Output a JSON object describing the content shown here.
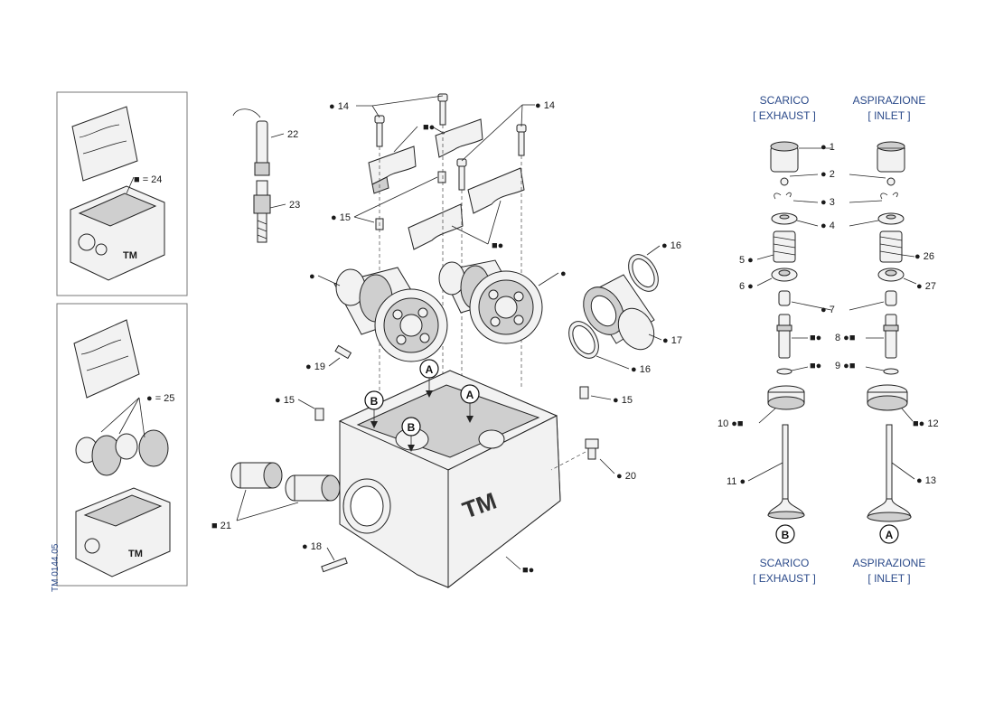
{
  "diagram": {
    "drawing_code": "TM 0144.05",
    "headers": {
      "exhaust_top": [
        "SCARICO",
        "[ EXHAUST ]"
      ],
      "inlet_top": [
        "ASPIRAZIONE",
        "[ INLET ]"
      ],
      "exhaust_bottom": [
        "SCARICO",
        "[ EXHAUST ]"
      ],
      "inlet_bottom": [
        "ASPIRAZIONE",
        "[ INLET ]"
      ]
    },
    "markers": {
      "exhaust": "B",
      "inlet": "A"
    },
    "callouts": {
      "c1": "● 1",
      "c2": "● 2",
      "c3": "● 3",
      "c4": "● 4",
      "c5": "5 ●",
      "c26": "● 26",
      "c6": "6 ●",
      "c27": "● 27",
      "c7": "● 7",
      "c8": "8 ●■",
      "c9": "9 ●■",
      "c8l": "■●",
      "c9l": "■●",
      "c10": "10 ●■",
      "c12": "■● 12",
      "c11": "11 ●",
      "c13": "● 13",
      "c14a": "● 14",
      "c14b": "● 14",
      "c15a": "● 15",
      "c15b": "● 15",
      "c15c": "● 15",
      "c16a": "● 16",
      "c16b": "● 16",
      "c17": "● 17",
      "c18": "● 18",
      "c19": "● 19",
      "c20": "● 20",
      "c21": "■ 21",
      "c22": "22",
      "c23": "23",
      "c24": "■ = 24",
      "c25": "● = 25",
      "cap_sym1": "■●",
      "cap_sym2": "■●",
      "head_sym": "■●",
      "cam1": "●",
      "cam2": "●"
    },
    "body_logo": "TM"
  }
}
